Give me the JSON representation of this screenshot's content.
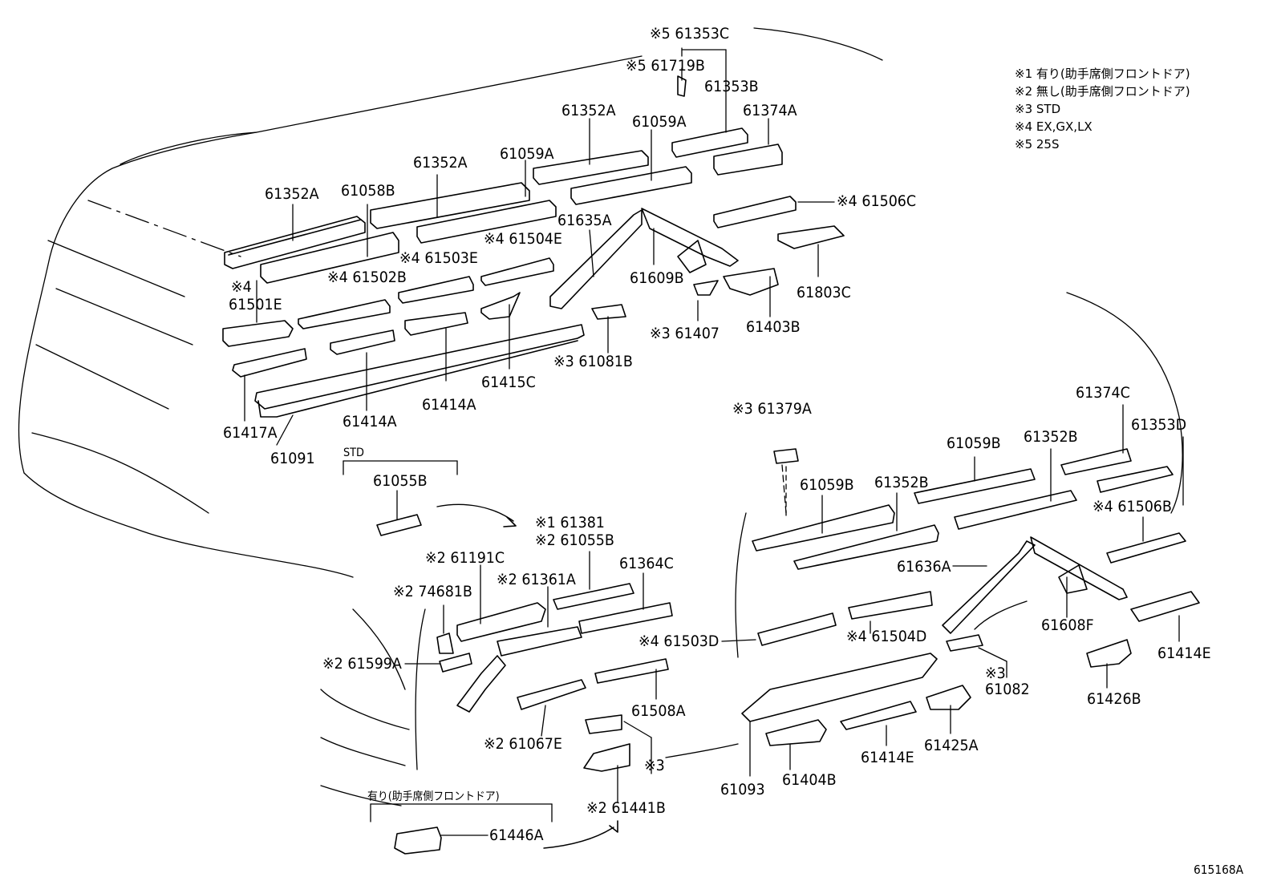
{
  "notes": [
    "※1 有り(助手席側フロントドア)",
    "※2 無し(助手席側フロントドア)",
    "※3 STD",
    "※4 EX,GX,LX",
    "※5 25S"
  ],
  "callouts": {
    "p61353C": "※5 61353C",
    "p61719B": "※5 61719B",
    "p61353B": "61353B",
    "p61374A": "61374A",
    "p61352A_3": "61352A",
    "p61059A_2": "61059A",
    "p61352A_2": "61352A",
    "p61059A_1": "61059A",
    "p61352A_1": "61352A",
    "p61058B": "61058B",
    "p61506C": "※4 61506C",
    "p61635A": "61635A",
    "p61504E": "※4 61504E",
    "p61503E": "※4 61503E",
    "p61502B": "※4 61502B",
    "p61501E_mark": "※4",
    "p61501E": "61501E",
    "p61609B": "61609B",
    "p61803C": "61803C",
    "p61407": "※3 61407",
    "p61403B": "61403B",
    "p61081B": "※3 61081B",
    "p61415C": "61415C",
    "p61414A_1": "61414A",
    "p61414A_2": "61414A",
    "p61417A": "61417A",
    "p61091": "61091",
    "std_label": "STD",
    "p61055B_std": "61055B",
    "p61381": "※1 61381",
    "p61055B": "※2 61055B",
    "p61191C": "※2 61191C",
    "p61361A": "※2 61361A",
    "p61364C": "61364C",
    "p74681B": "※2 74681B",
    "p61599A": "※2 61599A",
    "p61503D": "※4 61503D",
    "p61504D": "※4 61504D",
    "p61508A": "61508A",
    "p61067E": "※2 61067E",
    "p3_mark": "※3",
    "p61441B": "※2 61441B",
    "ari_label": "有り(助手席側フロントドア)",
    "p61446A": "61446A",
    "p61379A": "※3 61379A",
    "p61059B_1": "61059B",
    "p61352B_1": "61352B",
    "p61059B_2": "61059B",
    "p61352B_2": "61352B",
    "p61374C": "61374C",
    "p61353D": "61353D",
    "p61506B": "※4 61506B",
    "p61636A": "61636A",
    "p61608F": "61608F",
    "p61414E_1": "61414E",
    "p61426B": "61426B",
    "p61082_mark": "※3",
    "p61082": "61082",
    "p61425A": "61425A",
    "p61414E_2": "61414E",
    "p61404B": "61404B",
    "p61093": "61093",
    "diagram_id": "615168A"
  }
}
